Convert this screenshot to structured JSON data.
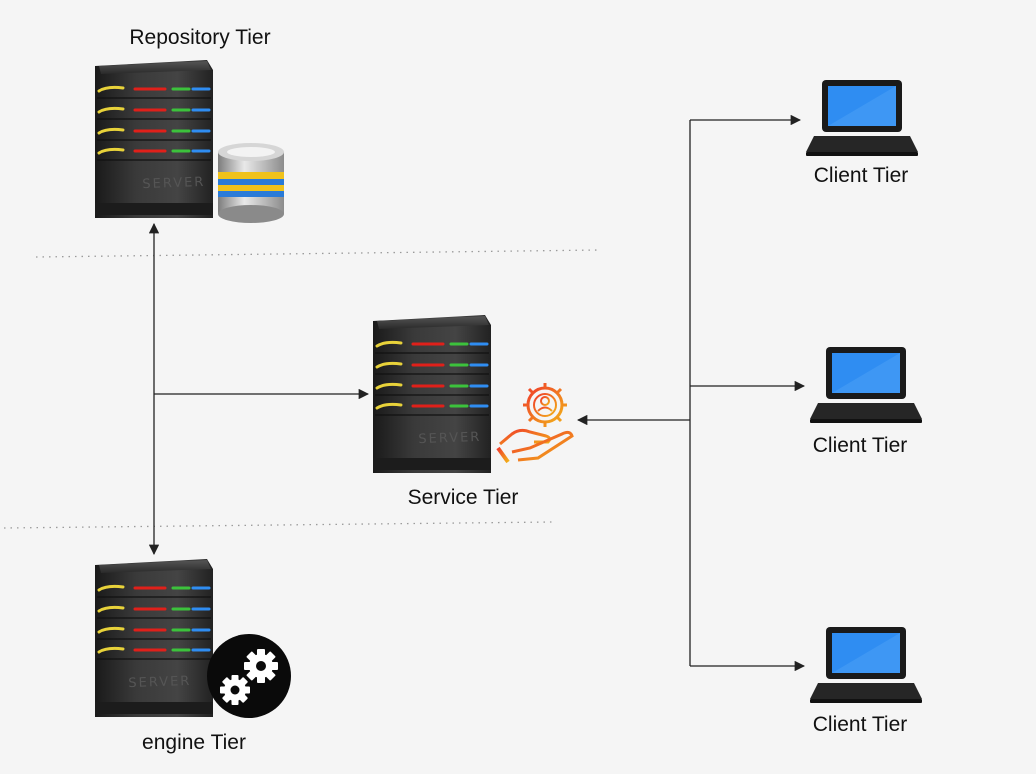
{
  "nodes": {
    "repository": {
      "label": "Repository Tier",
      "icon": "server-database-icon"
    },
    "service": {
      "label": "Service Tier",
      "icon": "server-service-icon"
    },
    "engine": {
      "label": "engine Tier",
      "icon": "server-gears-icon"
    },
    "clients": [
      {
        "label": "Client Tier",
        "icon": "laptop-icon"
      },
      {
        "label": "Client Tier",
        "icon": "laptop-icon"
      },
      {
        "label": "Client Tier",
        "icon": "laptop-icon"
      }
    ]
  },
  "server_caption": "SERVER",
  "colors": {
    "background": "#f5f5f5",
    "server_body": "#2e2e2e",
    "led_red": "#e0201a",
    "led_green": "#3cc23c",
    "led_blue": "#2f8df2",
    "led_yellow": "#e8d23a",
    "laptop_screen": "#2f8df2",
    "service_icon": "#f08a1e",
    "line": "#222222"
  }
}
